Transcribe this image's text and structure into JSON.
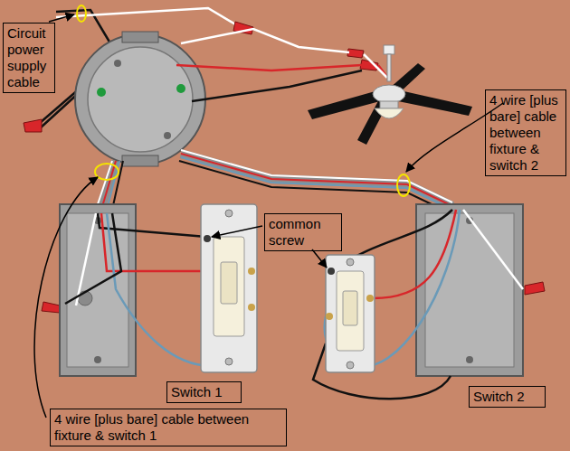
{
  "diagram": {
    "nodes": [
      {
        "text": [
          "Circuit power supply cable"
        ]
      },
      {
        "text": [
          "4 wire [plus bare] cable between fixture & switch 2"
        ]
      },
      {
        "text": [
          "common screw"
        ]
      },
      {
        "text": [
          "Switch 1"
        ]
      },
      {
        "text": [
          "Switch 2"
        ]
      },
      {
        "text": [
          "4 wire [plus bare] cable between fixture & switch 1"
        ]
      }
    ]
  }
}
